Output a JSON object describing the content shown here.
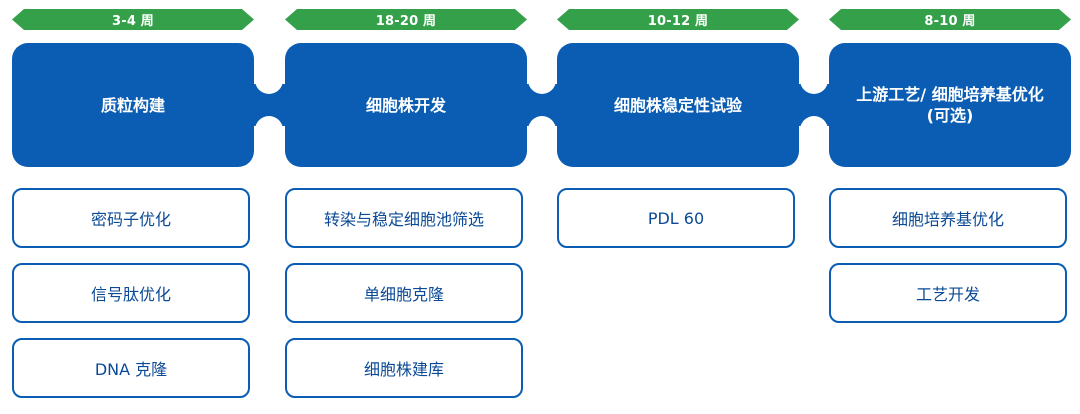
{
  "stages": [
    {
      "duration": "3-4 周",
      "title": "质粒构建",
      "title2": "",
      "tasks": [
        "密码子优化",
        "信号肽优化",
        "DNA 克隆"
      ]
    },
    {
      "duration": "18-20 周",
      "title": "细胞株开发",
      "title2": "",
      "tasks": [
        "转染与稳定细胞池筛选",
        "单细胞克隆",
        "细胞株建库"
      ]
    },
    {
      "duration": "10-12 周",
      "title": "细胞株稳定性试验",
      "title2": "",
      "tasks": [
        "PDL 60"
      ]
    },
    {
      "duration": "8-10 周",
      "title": "上游工艺/ 细胞培养基优化",
      "title2": "(可选)",
      "tasks": [
        "细胞培养基优化",
        "工艺开发"
      ]
    }
  ],
  "colors": {
    "arrow": "#34a04a",
    "stage": "#0a5db3",
    "task_border": "#0a5db3",
    "task_text": "#0b4a96"
  }
}
